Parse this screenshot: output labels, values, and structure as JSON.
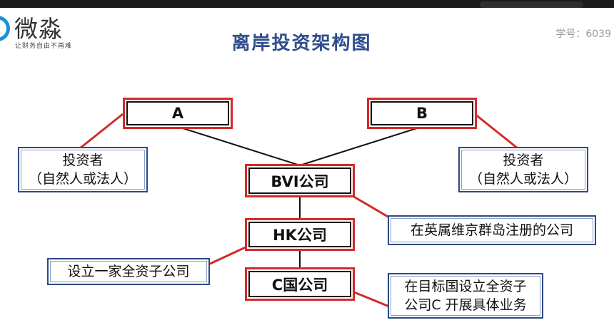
{
  "header": {
    "logo_text": "微淼",
    "slogan": "让财务自由不再难",
    "student_id": "学号：6039",
    "title": "离岸投资架构图"
  },
  "diagram": {
    "nodes": [
      {
        "id": "a",
        "label": "A"
      },
      {
        "id": "b",
        "label": "B"
      },
      {
        "id": "bvi",
        "label": "BVI公司"
      },
      {
        "id": "hk",
        "label": "HK公司"
      },
      {
        "id": "c",
        "label": "C国公司"
      }
    ],
    "notes": [
      {
        "id": "investor-a",
        "label": "投资者\n（自然人或法人）",
        "attached_to": "a"
      },
      {
        "id": "investor-b",
        "label": "投资者\n（自然人或法人）",
        "attached_to": "b"
      },
      {
        "id": "bvi-note",
        "label": "在英属维京群岛注册的公司",
        "attached_to": "bvi"
      },
      {
        "id": "hk-note",
        "label": "设立一家全资子公司",
        "attached_to": "hk"
      },
      {
        "id": "c-note",
        "label": "在目标国设立全资子\n公司C 开展具体业务",
        "attached_to": "c"
      }
    ],
    "edges": [
      {
        "from": "a",
        "to": "bvi"
      },
      {
        "from": "b",
        "to": "bvi"
      },
      {
        "from": "bvi",
        "to": "hk"
      },
      {
        "from": "hk",
        "to": "c"
      }
    ],
    "colors": {
      "entity_border": "#d32a2a",
      "note_border": "#2d4a82",
      "title": "#2f4e8c",
      "connector_red": "#d32a2a",
      "connector_black": "#111111"
    }
  }
}
